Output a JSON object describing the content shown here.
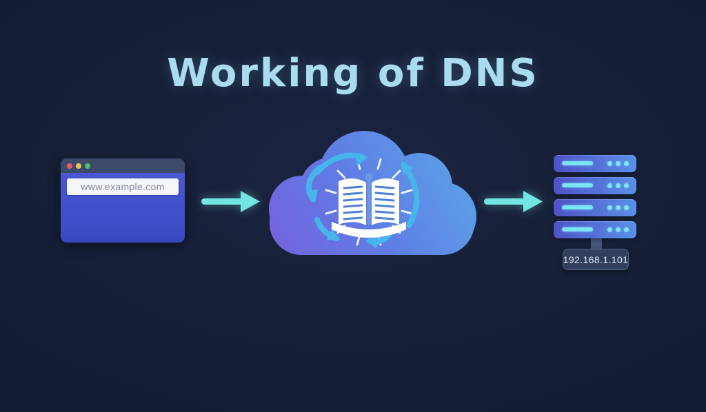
{
  "title": "Working of DNS",
  "browser": {
    "url": "www.example.com",
    "traffic_lights": [
      "close",
      "minimize",
      "maximize"
    ]
  },
  "dns_cloud": {
    "icons": [
      "cloud-icon",
      "open-book-icon",
      "sync-arrows-icon"
    ]
  },
  "flow": {
    "arrows": [
      "browser-to-dns",
      "dns-to-server"
    ]
  },
  "server": {
    "unit_count": 4,
    "ip": "192.168.1.101"
  },
  "colors": {
    "background": "#161f36",
    "title_text": "#a9dcee",
    "flow_arrow": "#73e5e2",
    "cloud_purple": "#7463dd",
    "cloud_blue": "#5ca4e8",
    "server_gradient_left": "#4f51c8",
    "server_gradient_right": "#5b8fe8",
    "accent_cyan": "#7ce4f4",
    "traffic_red": "#e35d6a",
    "traffic_yellow": "#e8c44a",
    "traffic_green": "#46c073"
  }
}
